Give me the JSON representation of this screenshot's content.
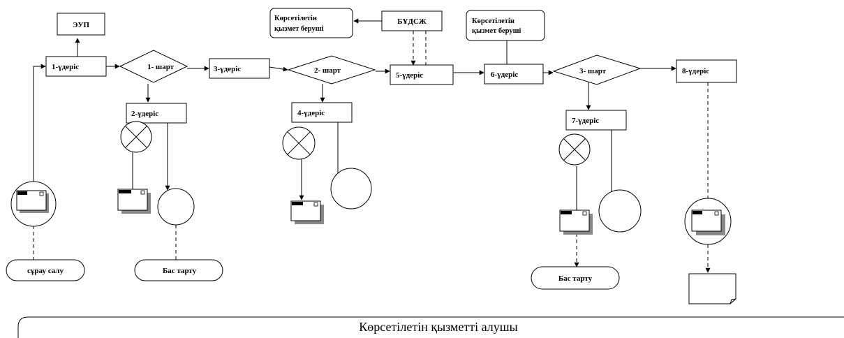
{
  "nodes": {
    "eup": "ЭУП",
    "step1": "1-үдеріс",
    "cond1": "1- шарт",
    "step2": "2-үдеріс",
    "step3": "3-үдеріс",
    "cond2": "2- шарт",
    "step4": "4-үдеріс",
    "bud": "БҰДСЖ",
    "provider_a_line1": "Көрсетілетін",
    "provider_a_line2": "қызмет беруші",
    "provider_b_line1": "Көрсетілетін",
    "provider_b_line2": "қызмет беруші",
    "step5": "5-үдеріс",
    "step6": "6-үдеріс",
    "cond3": "3- шарт",
    "step7": "7-үдеріс",
    "step8": "8-үдеріс"
  },
  "terminals": {
    "apply": "сұрау салу",
    "refuse1": "Бас тарту",
    "refuse2": "Бас  тарту"
  },
  "footer": {
    "recipient": "Көрсетілетін қызметті алушы"
  }
}
